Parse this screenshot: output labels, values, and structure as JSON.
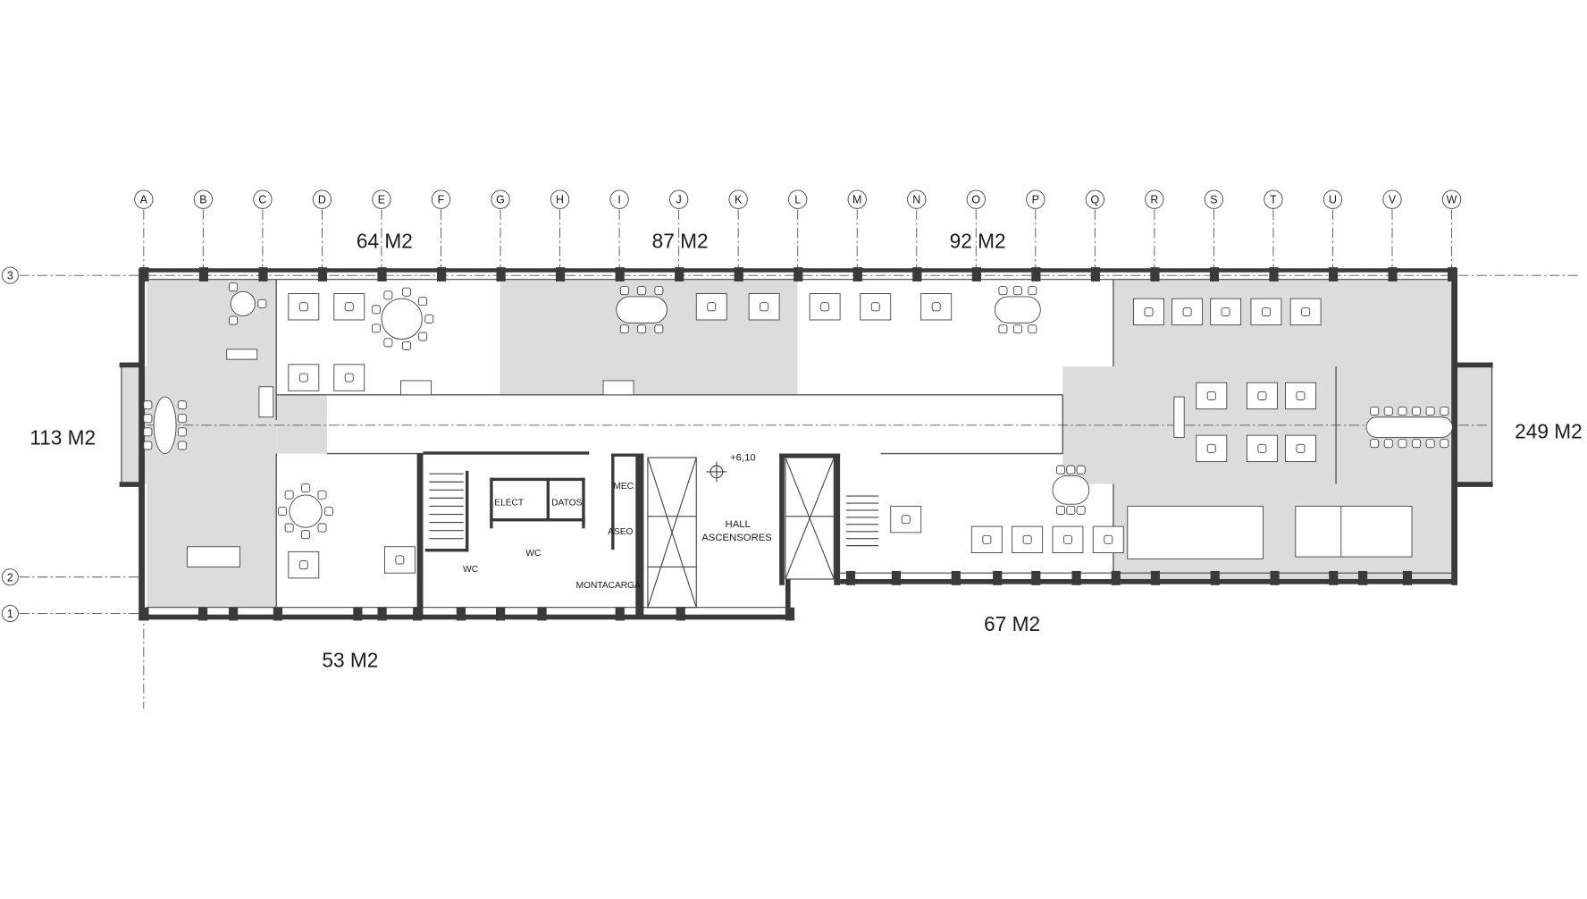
{
  "plan": {
    "grid_columns": [
      "A",
      "B",
      "C",
      "D",
      "E",
      "F",
      "G",
      "H",
      "I",
      "J",
      "K",
      "L",
      "M",
      "N",
      "O",
      "P",
      "Q",
      "R",
      "S",
      "T",
      "U",
      "V",
      "W"
    ],
    "grid_rows": [
      "3",
      "2",
      "1"
    ],
    "areas": {
      "top_de": "64 M2",
      "top_ij": "87 M2",
      "top_op": "92 M2",
      "left": "113 M2",
      "right": "249 M2",
      "bottom_right": "67 M2",
      "bottom_left": "53 M2"
    },
    "rooms": {
      "elect": "ELECT",
      "datos": "DATOS",
      "mec": "MEC",
      "aseo": "ASEO",
      "wc1": "WC",
      "wc2": "WC",
      "montacarga": "MONTACARGA",
      "hall_line1": "HALL",
      "hall_line2": "ASCENSORES"
    },
    "elevation": "+6,10"
  }
}
